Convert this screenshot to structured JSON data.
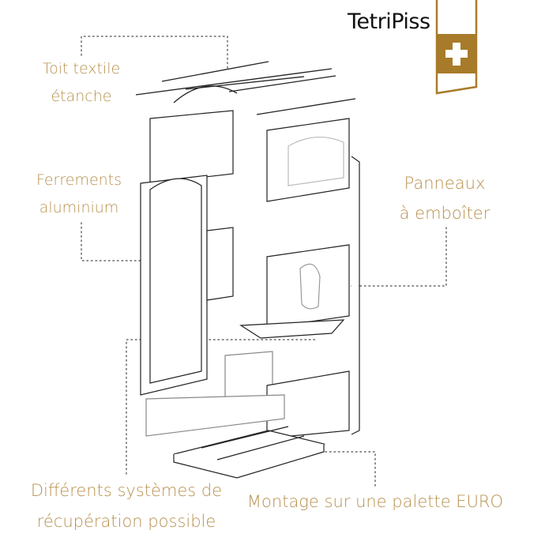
{
  "brand": {
    "name": "TetriPiss",
    "color": "#a87b2a"
  },
  "labels": {
    "roof": [
      "Toit textile",
      "étanche"
    ],
    "hardware": [
      "Ferrements",
      "aluminium"
    ],
    "panels": [
      "Panneaux",
      "à emboîter"
    ],
    "recovery": [
      "Différents systèmes de",
      "récupération possible"
    ],
    "pallet": [
      "Montage sur une palette EURO"
    ]
  },
  "label_color": "#b8914f"
}
